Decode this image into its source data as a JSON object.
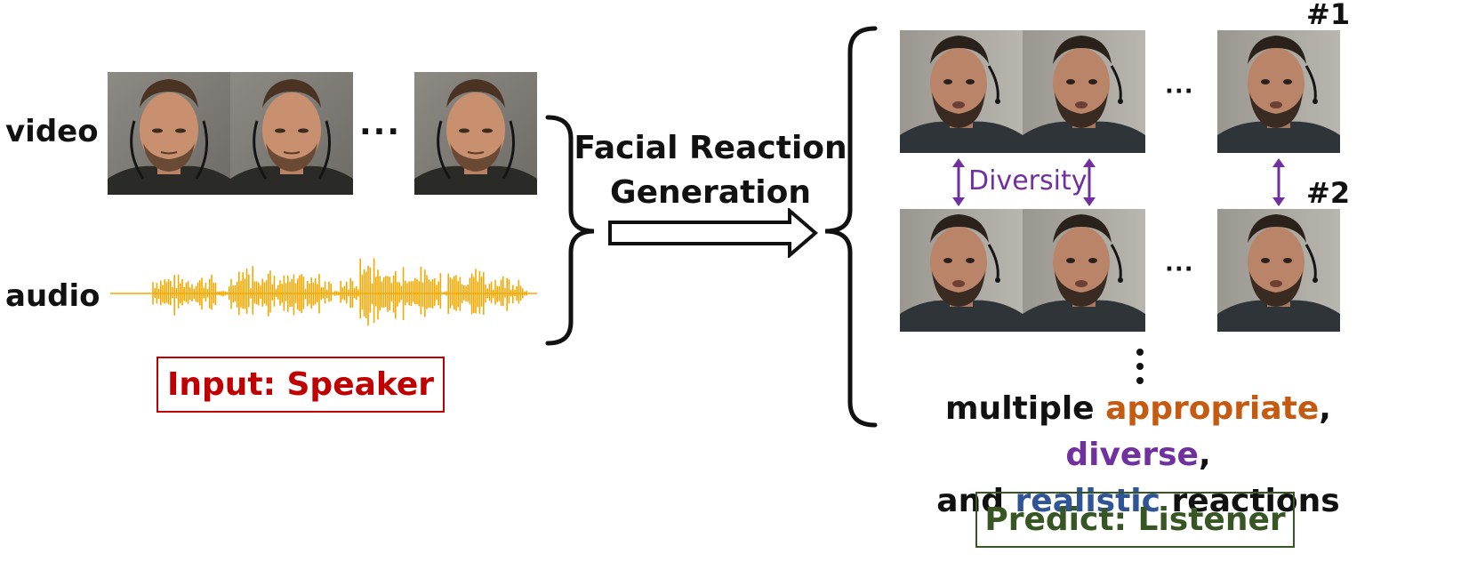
{
  "input": {
    "video_label": "video",
    "audio_label": "audio",
    "ellipsis": "···",
    "box_title": "Input:  Speaker",
    "box_color": "#c00000"
  },
  "process": {
    "line1": "Facial Reaction",
    "line2": "Generation"
  },
  "output": {
    "row1_tag": "#1",
    "row2_tag": "#2",
    "ellipsis": "···",
    "diversity_label": "Diversity",
    "diversity_color": "#7030a0",
    "summary": {
      "part1": "multiple ",
      "appropriate": "appropriate",
      "comma1": ", ",
      "diverse": "diverse",
      "comma2": ",",
      "part2": "and ",
      "realistic": "realistic",
      "part3": " reactions"
    },
    "colors": {
      "appropriate": "#c55a11",
      "diverse": "#7030a0",
      "realistic": "#2f5597"
    },
    "box_title": "Predict:  Listener",
    "box_color": "#375623"
  },
  "colors": {
    "waveform": "#f5a800",
    "brace": "#111111"
  }
}
